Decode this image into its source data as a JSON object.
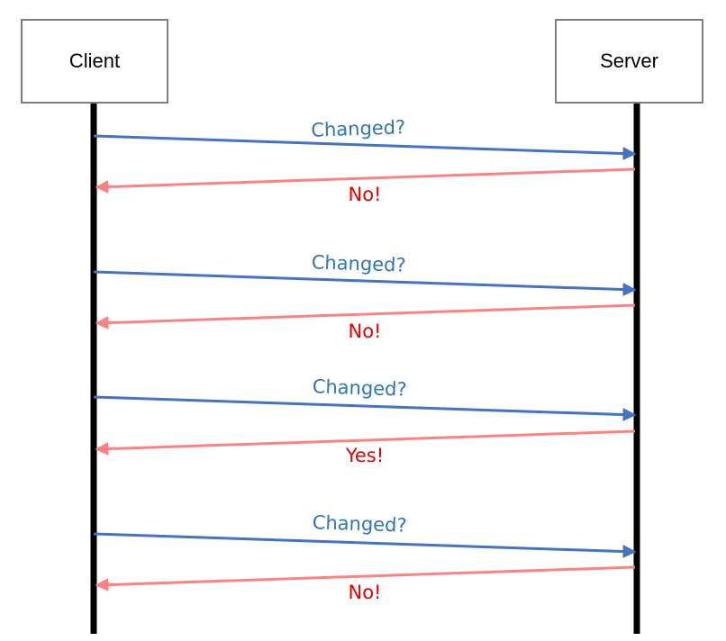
{
  "actors": {
    "client": "Client",
    "server": "Server"
  },
  "colors": {
    "request": "#4472c4",
    "request_text": "#2e75b6",
    "response": "#ff8080",
    "response_text": "#e60000",
    "lifeline": "#000000",
    "box_border": "#7f7f7f"
  },
  "exchanges": [
    {
      "request": "Changed?",
      "response": "No!"
    },
    {
      "request": "Changed?",
      "response": "No!"
    },
    {
      "request": "Changed?",
      "response": "Yes!"
    },
    {
      "request": "Changed?",
      "response": "No!"
    }
  ]
}
